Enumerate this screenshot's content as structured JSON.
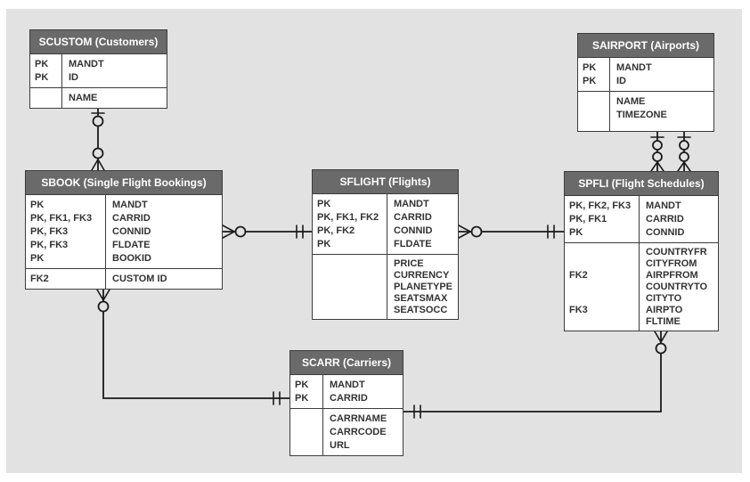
{
  "diagram": {
    "kind": "entity-relationship-diagram",
    "colors": {
      "canvas_bg": "#e2e2e2",
      "table_header_bg": "#6a6a6a",
      "table_header_text": "#ffffff",
      "table_body_bg": "#ffffff",
      "border": "#3c3c3c",
      "wire": "#1a1a1a"
    },
    "tables": {
      "scustom": {
        "title": "SCUSTOM (Customers)",
        "sections": [
          {
            "keys": [
              "PK",
              "PK"
            ],
            "fields": [
              "MANDT",
              "ID"
            ]
          },
          {
            "keys": [
              ""
            ],
            "fields": [
              "NAME"
            ]
          }
        ]
      },
      "sbook": {
        "title": "SBOOK (Single Flight Bookings)",
        "sections": [
          {
            "keys": [
              "PK",
              "PK, FK1, FK3",
              "PK, FK3",
              "PK, FK3",
              "PK"
            ],
            "fields": [
              "MANDT",
              "CARRID",
              "CONNID",
              "FLDATE",
              "BOOKID"
            ]
          },
          {
            "keys": [
              "FK2"
            ],
            "fields": [
              "CUSTOM ID"
            ]
          }
        ]
      },
      "sflight": {
        "title": "SFLIGHT (Flights)",
        "sections": [
          {
            "keys": [
              "PK",
              "PK, FK1, FK2",
              "PK, FK2",
              "PK"
            ],
            "fields": [
              "MANDT",
              "CARRID",
              "CONNID",
              "FLDATE"
            ]
          },
          {
            "keys": [],
            "fields": [
              "PRICE",
              "CURRENCY",
              "PLANETYPE",
              "SEATSMAX",
              "SEATSOCC"
            ]
          }
        ]
      },
      "spfli": {
        "title": "SPFLI (Flight Schedules)",
        "sections": [
          {
            "keys": [
              "PK, FK2, FK3",
              "PK, FK1",
              "PK"
            ],
            "fields": [
              "MANDT",
              "CARRID",
              "CONNID"
            ]
          },
          {
            "keys": [
              "",
              "",
              "FK2",
              "",
              "",
              "FK3",
              ""
            ],
            "fields": [
              "COUNTRYFR",
              "CITYFROM",
              "AIRPFROM",
              "COUNTRYTO",
              "CITYTO",
              "AIRPTO",
              "FLTIME"
            ]
          }
        ]
      },
      "sairport": {
        "title": "SAIRPORT (Airports)",
        "sections": [
          {
            "keys": [
              "PK",
              "PK"
            ],
            "fields": [
              "MANDT",
              "ID"
            ]
          },
          {
            "keys": [],
            "fields": [
              "NAME",
              "TIMEZONE"
            ]
          }
        ]
      },
      "scarr": {
        "title": "SCARR (Carriers)",
        "sections": [
          {
            "keys": [
              "PK",
              "PK"
            ],
            "fields": [
              "MANDT",
              "CARRID"
            ]
          },
          {
            "keys": [],
            "fields": [
              "CARRNAME",
              "CARRCODE",
              "URL"
            ]
          }
        ]
      }
    },
    "relationships": [
      {
        "from": "SCUSTOM",
        "to": "SBOOK",
        "from_cardinality": "zero-or-one",
        "to_cardinality": "zero-or-many"
      },
      {
        "from": "SFLIGHT",
        "to": "SBOOK",
        "from_cardinality": "one-and-only-one",
        "to_cardinality": "zero-or-many"
      },
      {
        "from": "SPFLI",
        "to": "SFLIGHT",
        "from_cardinality": "one-and-only-one",
        "to_cardinality": "zero-or-many"
      },
      {
        "from": "SAIRPORT",
        "to": "SPFLI",
        "from_cardinality": "zero-or-one",
        "to_cardinality": "zero-or-many"
      },
      {
        "from": "SAIRPORT",
        "to": "SPFLI",
        "from_cardinality": "zero-or-one",
        "to_cardinality": "zero-or-many"
      },
      {
        "from": "SCARR",
        "to": "SBOOK",
        "from_cardinality": "one-and-only-one",
        "to_cardinality": "zero-or-many"
      },
      {
        "from": "SCARR",
        "to": "SPFLI",
        "from_cardinality": "one-and-only-one",
        "to_cardinality": "zero-or-many"
      }
    ]
  }
}
